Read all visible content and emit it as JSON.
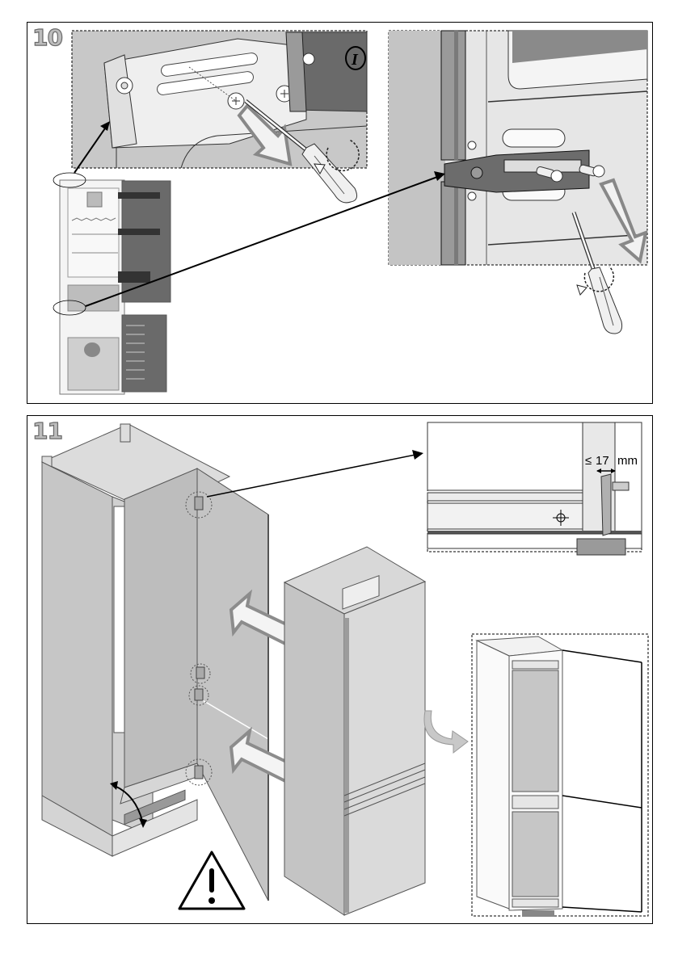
{
  "document": {
    "type": "installation-instructions",
    "steps": [
      {
        "number": "10",
        "description_icons": [
          "detail-view-top-hinge-bracket",
          "detail-view-middle-hinge-bracket",
          "fridge-open-doors-overview",
          "screwdriver-icon",
          "rotation-arrow-icon",
          "direction-arrow-icon"
        ],
        "detail_marker_label": "I"
      },
      {
        "number": "11",
        "dimension_label": {
          "symbol": "≤",
          "value": "17",
          "unit": "mm"
        },
        "description_icons": [
          "cabinet-with-doors",
          "appliance-insertion",
          "installed-appliance-view",
          "warning-icon",
          "curved-arrow-icon",
          "push-arrow-icon"
        ]
      }
    ]
  },
  "colors": {
    "border": "#000000",
    "step_number_fill": "#bdbdbd",
    "panel_grey": "#c4c4c4",
    "light_grey": "#e4e4e4",
    "arrow_grey": "#8c8c8c"
  }
}
